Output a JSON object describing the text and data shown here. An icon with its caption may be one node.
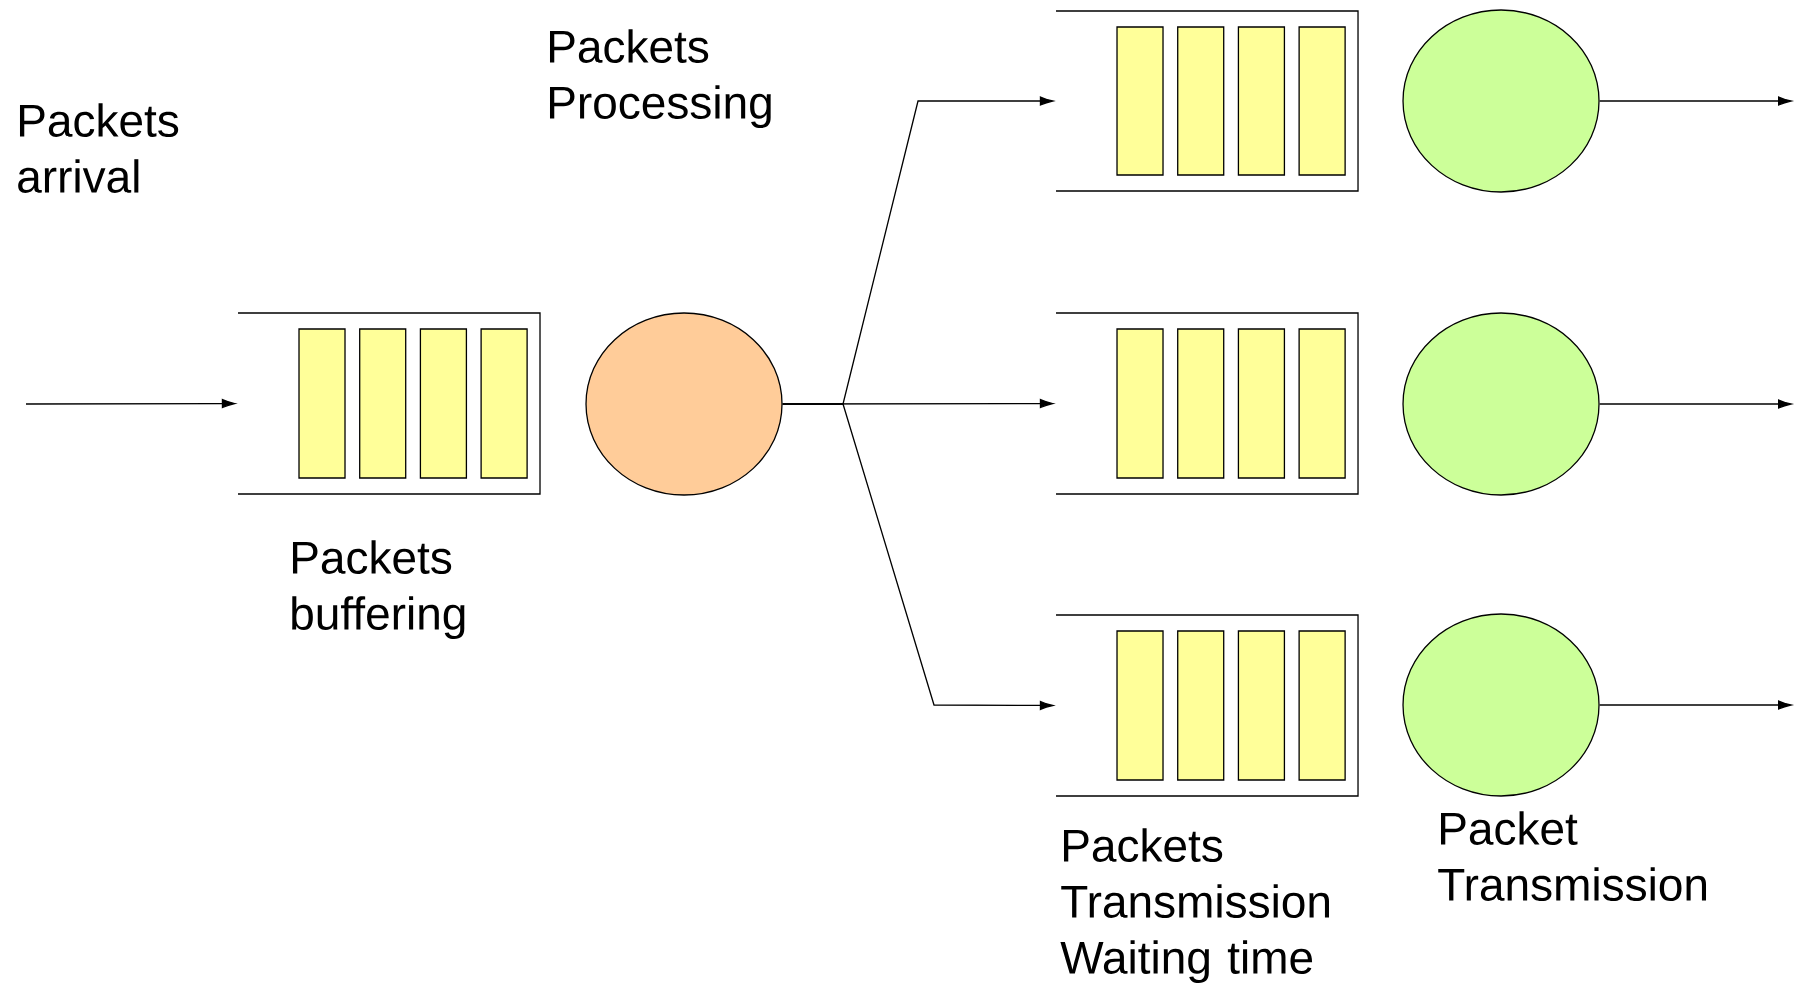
{
  "diagram": {
    "nodes": [
      {
        "text": [],
        "shape": "box",
        "beside": [
          "Packets buffering"
        ]
      },
      {
        "text": [],
        "shape": "circle"
      },
      {
        "text": [],
        "shape": "box"
      },
      {
        "text": [],
        "shape": "circle"
      },
      {
        "text": [],
        "shape": "box"
      },
      {
        "text": [],
        "shape": "circle"
      },
      {
        "text": [],
        "shape": "box",
        "beside": [
          "Packets Transmission Waiting time"
        ]
      },
      {
        "text": [],
        "shape": "circle",
        "beside": [
          "Packet Transmission"
        ]
      }
    ],
    "edges": [
      {
        "from": null,
        "to": 0,
        "arrow": "to"
      },
      {
        "from": 1,
        "to": 2,
        "arrow": "to"
      },
      {
        "from": 1,
        "to": 4,
        "arrow": "to"
      },
      {
        "from": 1,
        "to": 6,
        "arrow": "to"
      },
      {
        "from": 3,
        "to": null,
        "arrow": "to"
      },
      {
        "from": 5,
        "to": null,
        "arrow": "to"
      },
      {
        "from": 7,
        "to": null,
        "arrow": "to"
      }
    ],
    "labels": [
      "Packets Processing",
      "Packets arrival"
    ]
  }
}
